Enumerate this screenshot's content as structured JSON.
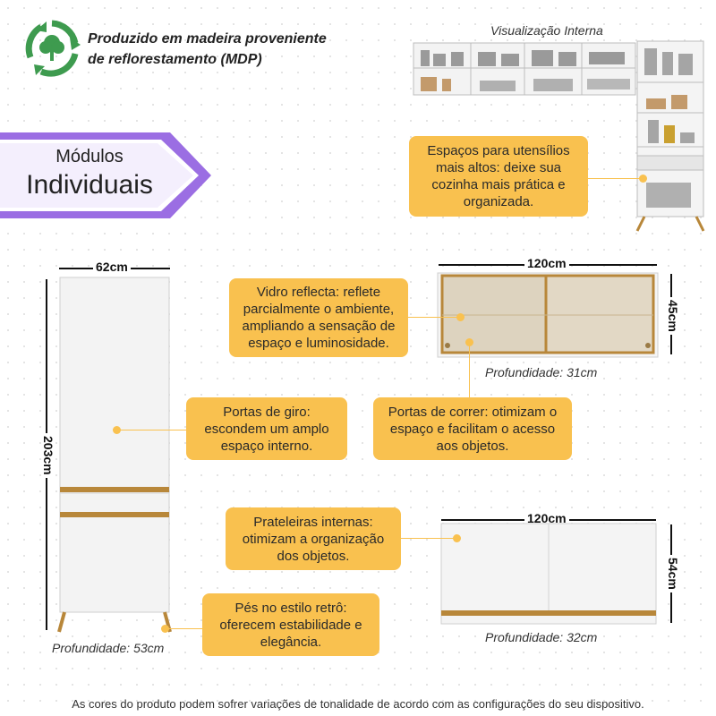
{
  "eco_badge": {
    "line1": "Produzido em madeira proveniente",
    "line2": "de reflorestamento (MDP)",
    "icon": "recycle-tree-icon",
    "color": "#3e9b4f"
  },
  "modules_banner": {
    "line1": "Módulos",
    "line2": "Individuais",
    "color": "#9b6ee3"
  },
  "internal_view": {
    "title": "Visualização Interna",
    "callout": "Espaços para utensílios mais altos: deixe sua cozinha mais prática e organizada."
  },
  "tall_cabinet": {
    "width_label": "62cm",
    "height_label": "203cm",
    "depth_label": "Profundidade: 53cm",
    "callout_doors": "Portas de giro: escondem um amplo espaço interno.",
    "callout_feet": "Pés no estilo retrô: oferecem estabilidade e elegância."
  },
  "glass_cabinet": {
    "width_label": "120cm",
    "height_label": "45cm",
    "depth_label": "Profundidade: 31cm",
    "callout_glass": "Vidro reflecta: reflete parcialmente o ambiente, ampliando a sensação de espaço e luminosidade.",
    "callout_sliding": "Portas de correr: otimizam o espaço e facilitam o acesso aos objetos."
  },
  "wall_cabinet": {
    "width_label": "120cm",
    "height_label": "54cm",
    "depth_label": "Profundidade: 32cm",
    "callout_shelves": "Prateleiras internas: otimizam a organização dos objetos."
  },
  "colors": {
    "callout": "#f9c14f",
    "wood": "#b8873a",
    "cabinet": "#f2f2f2",
    "banner_fill": "#9b6ee3"
  },
  "footer": "As cores do produto podem sofrer variações de tonalidade de acordo com as configurações do seu dispositivo."
}
